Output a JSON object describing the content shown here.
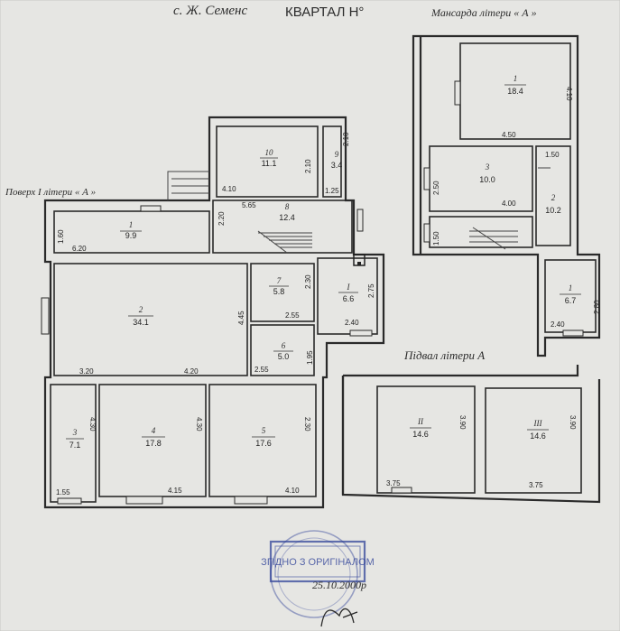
{
  "header": {
    "location": "с. Ж. Семенс",
    "block": "КВАРТАЛ Н°",
    "attic": "Мансарда літери « А »",
    "floor": "Поверх I літери « А »",
    "basement": "Підвал літери А"
  },
  "floor_rooms": [
    {
      "id": "10",
      "area": "11.1"
    },
    {
      "id": "9",
      "area": "3.4"
    },
    {
      "id": "8",
      "area": "12.4"
    },
    {
      "id": "1",
      "area": "9.9"
    },
    {
      "id": "2",
      "area": "34.1"
    },
    {
      "id": "7",
      "area": "5.8"
    },
    {
      "id": "I",
      "area": "6.6"
    },
    {
      "id": "6",
      "area": "5.0"
    },
    {
      "id": "3",
      "area": "7.1"
    },
    {
      "id": "4",
      "area": "17.8"
    },
    {
      "id": "5",
      "area": "17.6"
    }
  ],
  "floor_dims": [
    "4.10",
    "2.10",
    "2.10",
    "1.25",
    "5.65",
    "2.20",
    "1.60",
    "6.20",
    "2.30",
    "2.55",
    "2.75",
    "2.40",
    "4.45",
    "1.95",
    "2.55",
    "3.20",
    "4.20",
    "4.30",
    "4.30",
    "2.30",
    "1.55",
    "4.15",
    "4.10"
  ],
  "attic_rooms": [
    {
      "id": "1",
      "area": "18.4"
    },
    {
      "id": "3",
      "area": "10.0"
    },
    {
      "id": "2",
      "area": "10.2"
    },
    {
      "id": "1",
      "area": "6.7"
    }
  ],
  "attic_dims": [
    "4.10",
    "4.50",
    "1.50",
    "2.50",
    "4.00",
    "1.50",
    "2.40",
    "2.80"
  ],
  "basement_rooms": [
    {
      "id": "II",
      "area": "14.6"
    },
    {
      "id": "III",
      "area": "14.6"
    }
  ],
  "basement_dims": [
    "3.90",
    "3.90",
    "3.75",
    "3.75"
  ],
  "stamp": {
    "text": "ЗГІДНО З ОРИГІНАЛОМ",
    "date": "25.10.2000р"
  }
}
